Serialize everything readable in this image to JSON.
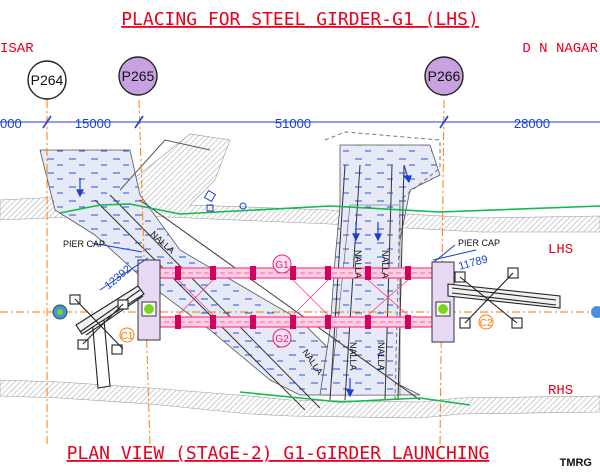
{
  "title_top": "PLACING FOR STEEL GIRDER-G1 (LHS)",
  "title_bottom": "PLAN VIEW (STAGE-2) G1-GIRDER LAUNCHING",
  "left_station": "ISAR",
  "right_station": "D N NAGAR",
  "piers": [
    "P264",
    "P265",
    "P266"
  ],
  "dimensions": {
    "left_cut": "000",
    "d1": "15000",
    "d2": "51000",
    "d3": "28000",
    "skew_left": "12392",
    "skew_right": "11789"
  },
  "labels": {
    "pier_cap_left": "PIER CAP",
    "pier_cap_right": "PIER CAP",
    "g1": "G1",
    "g2": "G2",
    "c1": "C1",
    "c2": "C2",
    "lhs": "LHS",
    "rhs": "RHS",
    "nalla": "NALLA",
    "watermark": "TMRG"
  },
  "colors": {
    "title": "#e8001c",
    "girder": "#ff5aa0",
    "pier_fill": "#c8a2e0",
    "water_fill": "#e4e8f6",
    "water_dash": "#2b4fd8",
    "centerline": "#ff7a00",
    "green_line": "#11b84a",
    "hatch": "#bfbfbf"
  }
}
